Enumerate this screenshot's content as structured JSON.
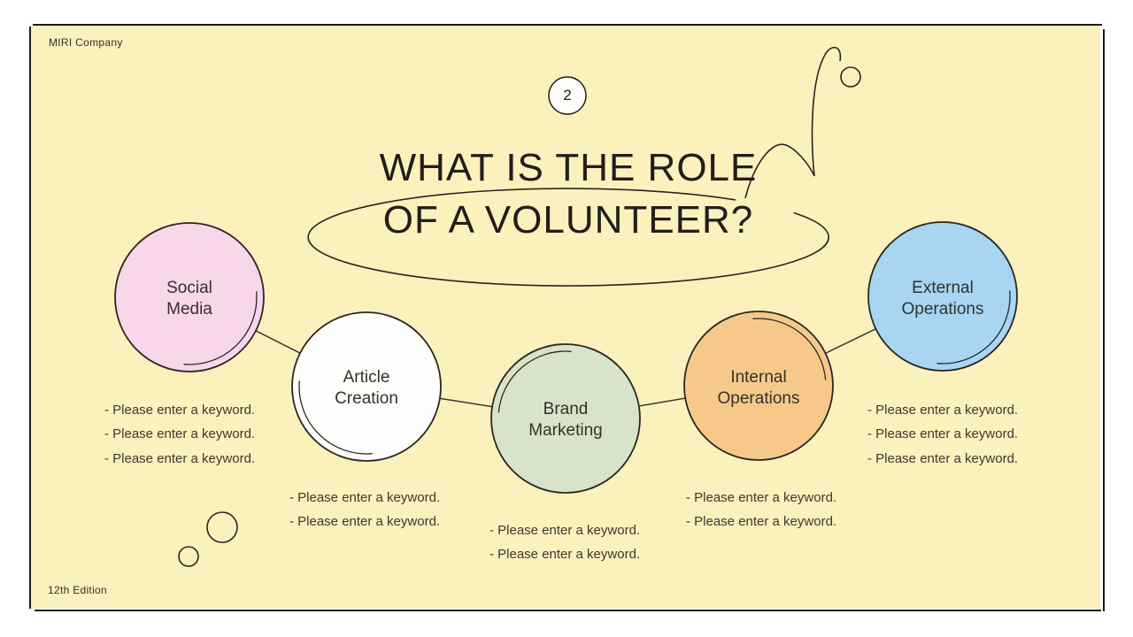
{
  "slide": {
    "company": "MIRI Company",
    "edition": "12th Edition",
    "page_number": "2",
    "title": {
      "line1": "WHAT IS THE ROLE",
      "line2": "OF A VOLUNTEER?"
    }
  },
  "colors": {
    "slide_background": "#FAF1BC",
    "outline": "#2A2622",
    "node_social": "#F7D7E9",
    "node_article": "#FEFEFC",
    "node_brand": "#D8E4CA",
    "node_internal": "#F6C98B",
    "node_external": "#A7D5F2"
  },
  "nodes": [
    {
      "id": "social-media",
      "line1": "Social",
      "line2": "Media",
      "color": "#F7D7E9",
      "keywords": [
        "- Please enter a keyword.",
        "- Please enter a keyword.",
        "- Please enter a keyword."
      ]
    },
    {
      "id": "article-creation",
      "line1": "Article",
      "line2": "Creation",
      "color": "#FEFEFC",
      "keywords": [
        "- Please enter a keyword.",
        "- Please enter a keyword."
      ]
    },
    {
      "id": "brand-marketing",
      "line1": "Brand",
      "line2": "Marketing",
      "color": "#D8E4CA",
      "keywords": [
        "- Please enter a keyword.",
        "- Please enter a keyword."
      ]
    },
    {
      "id": "internal-operations",
      "line1": "Internal",
      "line2": "Operations",
      "color": "#F6C98B",
      "keywords": [
        "- Please enter a keyword.",
        "- Please enter a keyword."
      ]
    },
    {
      "id": "external-operations",
      "line1": "External",
      "line2": "Operations",
      "color": "#A7D5F2",
      "keywords": [
        "- Please enter a keyword.",
        "- Please enter a keyword.",
        "- Please enter a keyword."
      ]
    }
  ]
}
